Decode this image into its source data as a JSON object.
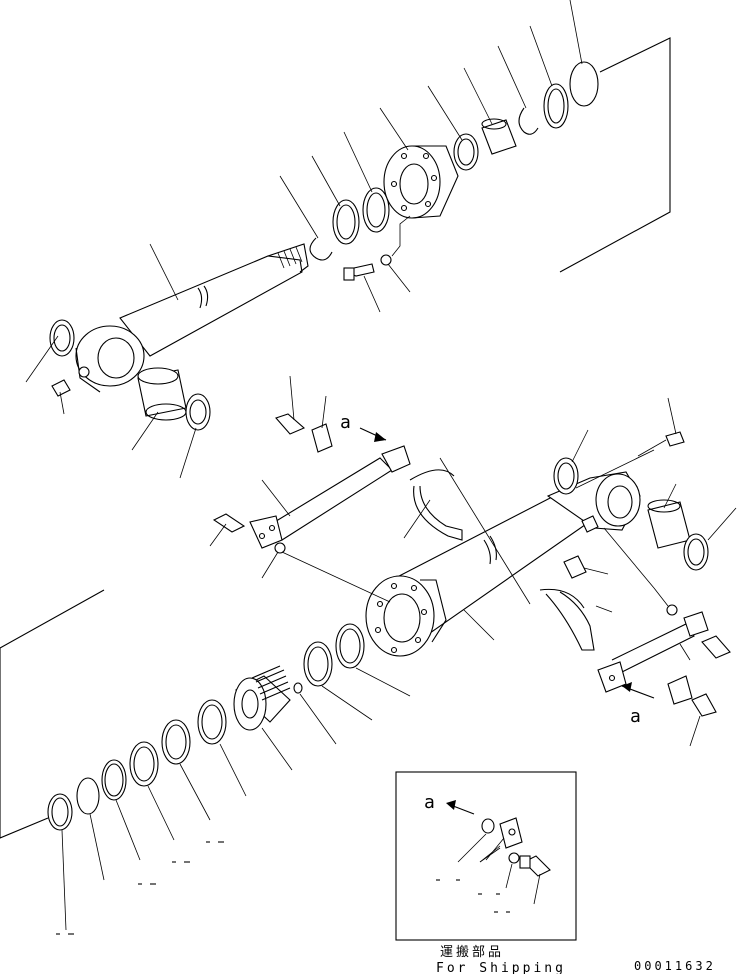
{
  "diagram": {
    "view_letter_a_top": "a",
    "view_letter_a_bottom": "a",
    "view_letter_a_inset": "a",
    "inset_caption_jp": "運搬部品",
    "inset_caption_en": "For Shipping",
    "drawing_code": "00011632"
  }
}
